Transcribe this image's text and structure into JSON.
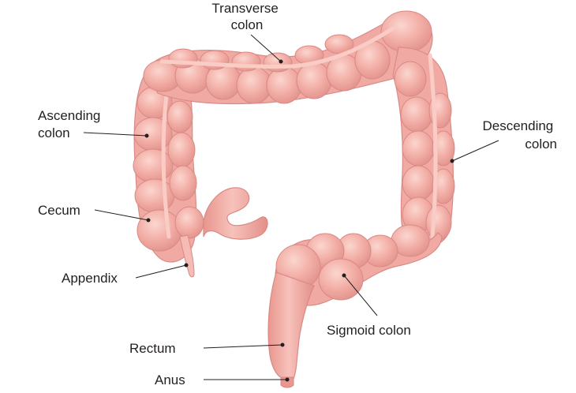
{
  "labels": {
    "transverse_colon": [
      "Transverse",
      "colon"
    ],
    "ascending_colon": [
      "Ascending",
      "colon"
    ],
    "descending_colon": [
      "Descending",
      "colon"
    ],
    "cecum": "Cecum",
    "appendix": "Appendix",
    "sigmoid_colon": "Sigmoid colon",
    "rectum": "Rectum",
    "anus": "Anus"
  },
  "colors": {
    "tissue_fill": "#f1aaa3",
    "tissue_highlight": "#f9cdc6",
    "tissue_outline": "#d98a86",
    "tissue_shadow": "#e6958f",
    "label_text": "#231f20"
  }
}
